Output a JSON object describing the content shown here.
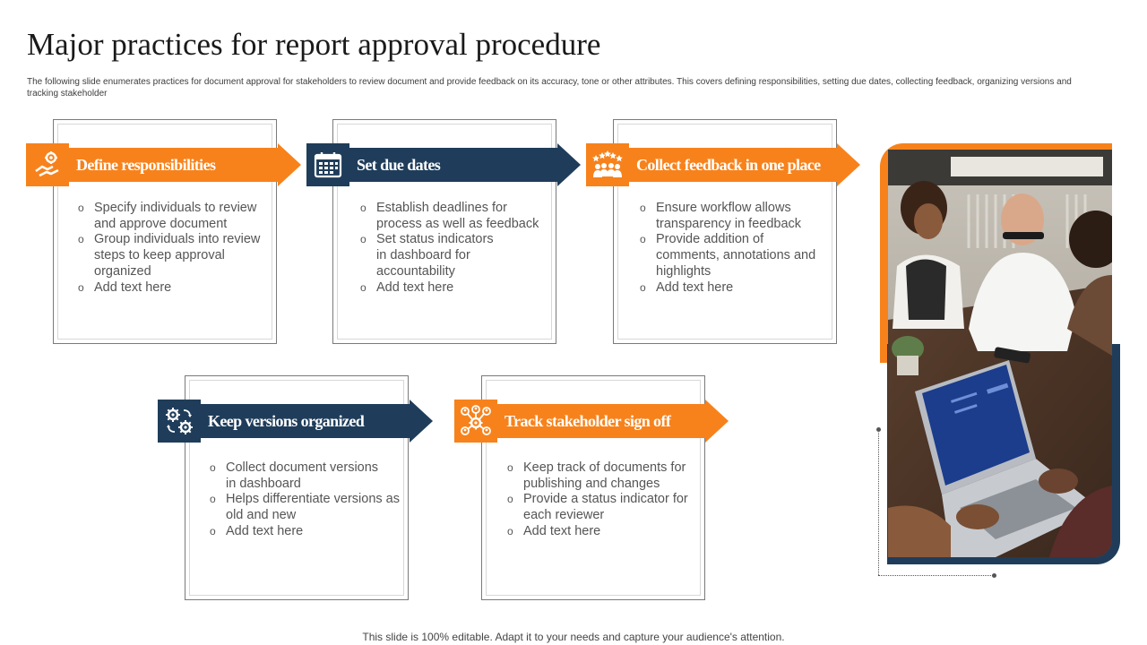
{
  "title": "Major practices for report approval procedure",
  "subtitle": "The following slide enumerates practices for document approval for stakeholders to review document and provide feedback on its accuracy, tone or other attributes. This covers defining responsibilities, setting due dates, collecting feedback, organizing versions and tracking stakeholder",
  "colors": {
    "orange": "#f7821b",
    "navy": "#1f3d5a"
  },
  "practices": [
    {
      "heading": "Define responsibilities",
      "icon": "handshake-gear-icon",
      "bullets": [
        "Specify individuals to review and approve document",
        "Group individuals into review steps to keep approval organized",
        "Add text here"
      ]
    },
    {
      "heading": "Set due dates",
      "icon": "calendar-icon",
      "bullets": [
        "Establish deadlines for process as well as feedback",
        "Set status indicators in dashboard for accountability",
        "Add text here"
      ]
    },
    {
      "heading": "Collect feedback in one place",
      "icon": "group-rating-icon",
      "bullets": [
        "Ensure workflow allows transparency in feedback",
        "Provide addition of comments, annotations and highlights",
        "Add text here"
      ]
    },
    {
      "heading": "Keep versions organized",
      "icon": "gears-cycle-icon",
      "bullets": [
        "Collect document versions in dashboard",
        "Helps differentiate versions as old and new",
        "Add text here"
      ]
    },
    {
      "heading": "Track stakeholder sign off",
      "icon": "stakeholder-network-icon",
      "bullets": [
        "Keep track of documents for publishing and changes",
        "Provide a status indicator for each reviewer",
        "Add text here"
      ]
    }
  ],
  "footer": "This slide is 100% editable. Adapt it to your needs and capture your audience's attention."
}
